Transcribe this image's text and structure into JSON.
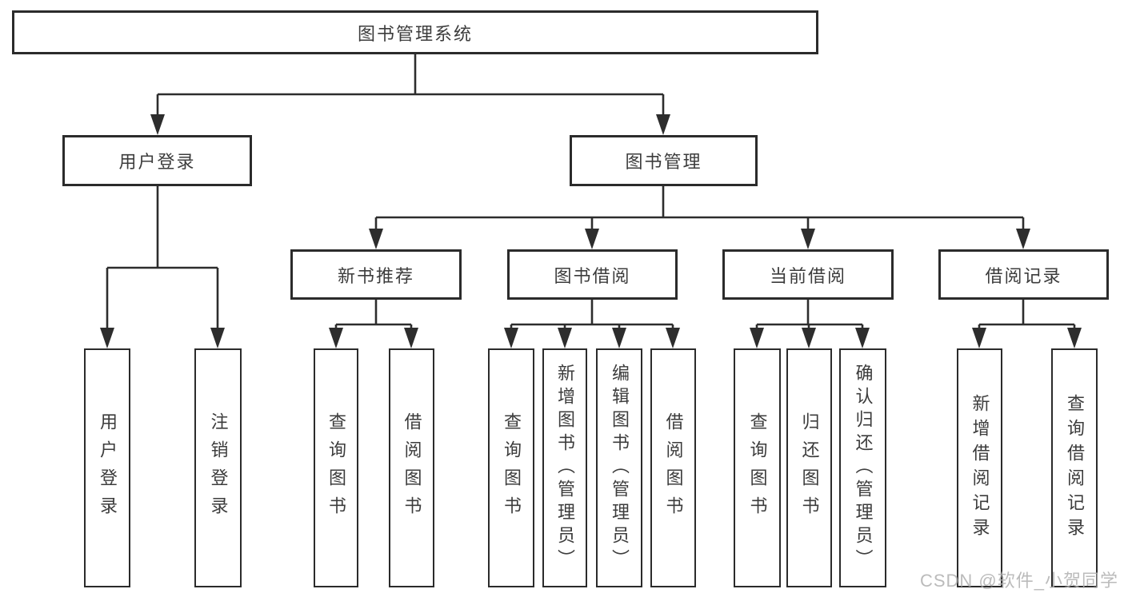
{
  "diagram_title": "图书管理系统",
  "tree": {
    "root": {
      "label": "图书管理系统"
    },
    "branches": [
      {
        "label": "用户登录",
        "leaves": [
          {
            "label": "用户登录"
          },
          {
            "label": "注销登录"
          }
        ]
      },
      {
        "label": "图书管理",
        "sections": [
          {
            "label": "新书推荐",
            "leaves": [
              {
                "label": "查询图书"
              },
              {
                "label": "借阅图书"
              }
            ]
          },
          {
            "label": "图书借阅",
            "leaves": [
              {
                "label": "查询图书"
              },
              {
                "label": "新增图书（管理员）"
              },
              {
                "label": "编辑图书（管理员）"
              },
              {
                "label": "借阅图书"
              }
            ]
          },
          {
            "label": "当前借阅",
            "leaves": [
              {
                "label": "查询图书"
              },
              {
                "label": "归还图书"
              },
              {
                "label": "确认归还（管理员）"
              }
            ]
          },
          {
            "label": "借阅记录",
            "leaves": [
              {
                "label": "新增借阅记录"
              },
              {
                "label": "查询借阅记录"
              }
            ]
          }
        ]
      }
    ]
  },
  "watermark": {
    "text": "CSDN @软件_小贺同学"
  },
  "colors": {
    "line": "#2d2d2d",
    "box_border": "#2b2b2b",
    "box_background": "#ffffff",
    "text": "#3c3c3c",
    "watermark": "#b0b0b0",
    "page_background": "#ffffff"
  }
}
